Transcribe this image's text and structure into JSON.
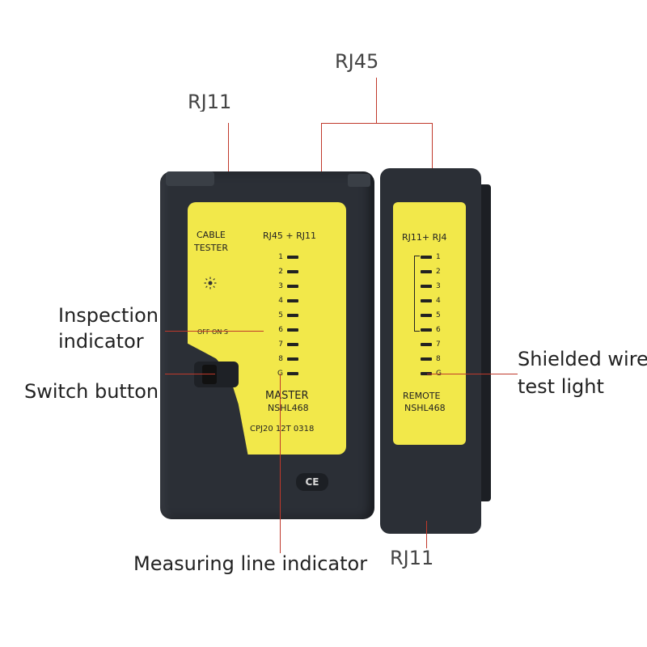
{
  "callouts": {
    "rj45": "RJ45",
    "rj11_top": "RJ11",
    "rj11_bottom": "RJ11",
    "inspection_line1": "Inspection",
    "inspection_line2": "indicator",
    "switch_button": "Switch button",
    "shielded_line1": "Shielded wire",
    "shielded_line2": "test light",
    "measuring_line": "Measuring line indicator"
  },
  "master": {
    "cable_label": "CABLE",
    "tester_label": "TESTER",
    "ports_label": "RJ45 + RJ11",
    "switch_label": "OFF ON S",
    "brand": "MASTER",
    "model": "NSHL468",
    "serial": "CPJ20 12T 0318",
    "leds": [
      "1",
      "2",
      "3",
      "4",
      "5",
      "6",
      "7",
      "8",
      "G"
    ]
  },
  "remote": {
    "ports_label": "RJ11+ RJ4",
    "brand": "REMOTE",
    "model": "NSHL468",
    "leds": [
      "1",
      "2",
      "3",
      "4",
      "5",
      "6",
      "7",
      "8",
      "G"
    ]
  },
  "ce_mark": "CE",
  "colors": {
    "panel": "#f2e84a",
    "body": "#2b2f36",
    "callout_line": "#c0392b"
  }
}
